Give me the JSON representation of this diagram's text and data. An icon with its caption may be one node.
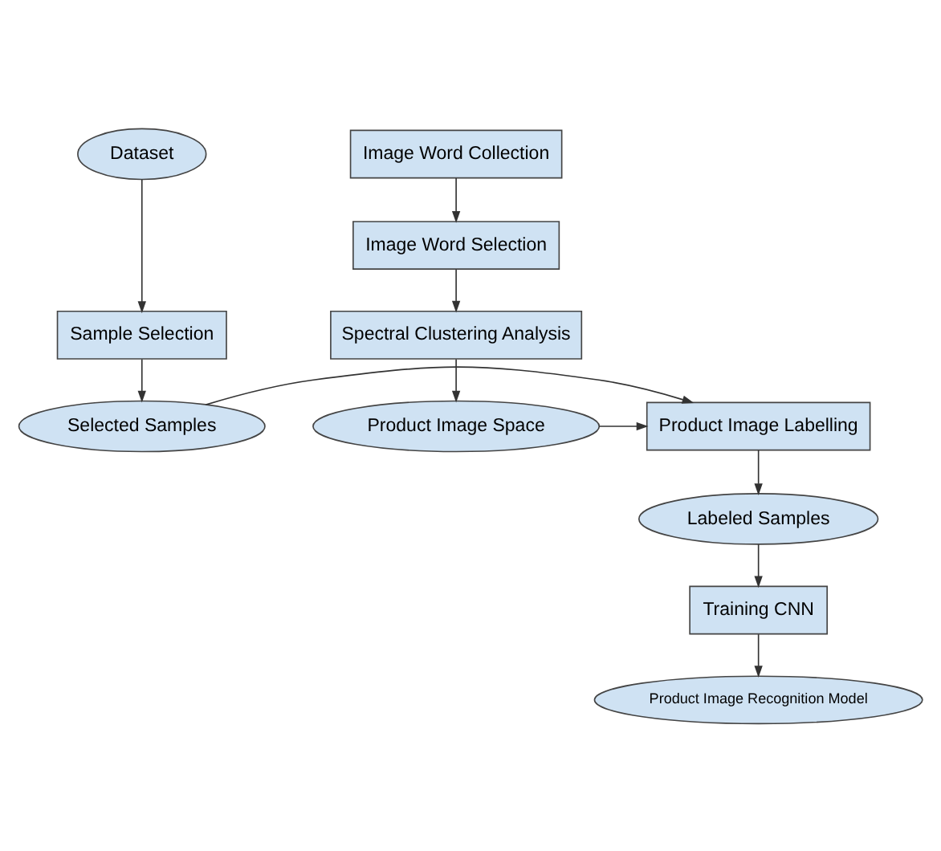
{
  "diagram": {
    "nodes": [
      {
        "text": [
          "Dataset"
        ]
      },
      {
        "text": [
          "Sample Selection"
        ]
      },
      {
        "text": [
          "Selected Samples"
        ]
      },
      {
        "text": [
          "Image Word Collection"
        ]
      },
      {
        "text": [
          "Image Word Selection"
        ]
      },
      {
        "text": [
          "Spectral Clustering Analysis"
        ]
      },
      {
        "text": [
          "Product Image Space"
        ]
      },
      {
        "text": [
          "Product Image Labelling"
        ]
      },
      {
        "text": [
          "Labeled Samples"
        ]
      },
      {
        "text": [
          "Training CNN"
        ]
      },
      {
        "text": [
          "Product Image Recognition Model"
        ]
      }
    ],
    "edges": [
      {
        "from": 0,
        "to": 1,
        "arrow": "to"
      },
      {
        "from": 1,
        "to": 2,
        "arrow": "to"
      },
      {
        "from": 3,
        "to": 4,
        "arrow": "to"
      },
      {
        "from": 4,
        "to": 5,
        "arrow": "to"
      },
      {
        "from": 5,
        "to": 6,
        "arrow": "to"
      },
      {
        "from": 2,
        "to": 7,
        "arrow": "to"
      },
      {
        "from": 6,
        "to": 7,
        "arrow": "to"
      },
      {
        "from": 7,
        "to": 8,
        "arrow": "to"
      },
      {
        "from": 8,
        "to": 9,
        "arrow": "to"
      },
      {
        "from": 9,
        "to": 10,
        "arrow": "to"
      }
    ]
  }
}
